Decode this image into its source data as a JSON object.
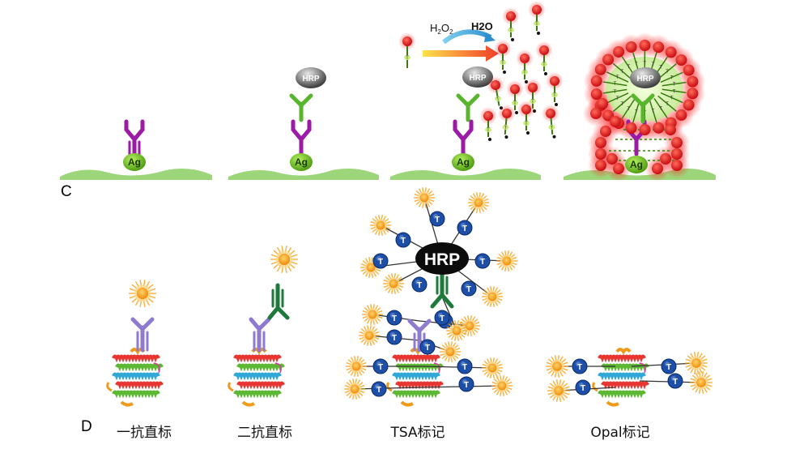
{
  "panel_c": {
    "label": "C",
    "antigen_label": "Ag",
    "enzyme_label": "HRP",
    "reaction": {
      "reactant": "H2O2",
      "reactant_base": "H",
      "reactant_sub1": "2",
      "reactant_mid": "O",
      "reactant_sub2": "2",
      "product": "H2O"
    },
    "tyramide_label": "T"
  },
  "panel_d": {
    "label": "D",
    "enzyme_label": "HRP",
    "tyramide_label": "T",
    "captions": [
      "一抗直标",
      "二抗直标",
      "TSA标记",
      "Opal标记"
    ]
  },
  "colors": {
    "primary_antibody_c": "#9b1aa6",
    "secondary_antibody": "#5ab52e",
    "ground": "#8fcf6a",
    "antigen": "#6cc020",
    "tyramide_red": "#e5141b",
    "primary_antibody_d": "#8e7bd0",
    "secondary_antibody_d": "#1e7a3a",
    "tyramide_blue": "#1d4fa8",
    "fluorophore_orange": "#f7a21a"
  }
}
